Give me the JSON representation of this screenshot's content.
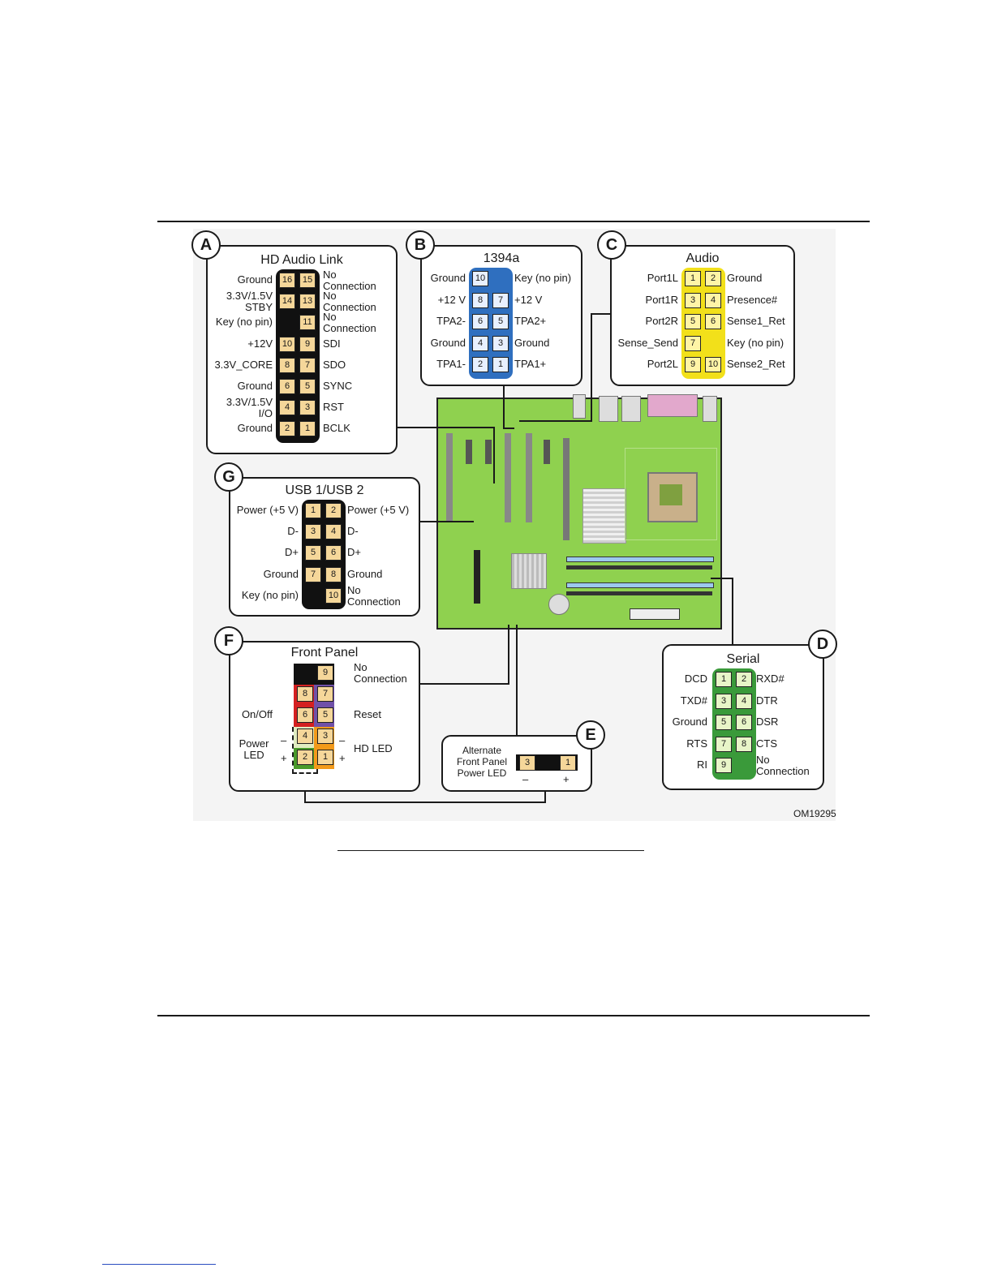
{
  "figure_code": "OM19295",
  "panels": {
    "A": {
      "letter": "A",
      "title": "HD Audio Link",
      "rows": [
        {
          "pins": [
            "16",
            "15"
          ],
          "left": "Ground",
          "right": "No\nConnection"
        },
        {
          "pins": [
            "14",
            "13"
          ],
          "left": "3.3V/1.5V\nSTBY",
          "right": "No\nConnection"
        },
        {
          "pins": [
            "",
            "11"
          ],
          "left": "Key (no pin)",
          "right": "No\nConnection"
        },
        {
          "pins": [
            "10",
            "9"
          ],
          "left": "+12V",
          "right": "SDI"
        },
        {
          "pins": [
            "8",
            "7"
          ],
          "left": "3.3V_CORE",
          "right": "SDO"
        },
        {
          "pins": [
            "6",
            "5"
          ],
          "left": "Ground",
          "right": "SYNC"
        },
        {
          "pins": [
            "4",
            "3"
          ],
          "left": "3.3V/1.5V\nI/O",
          "right": "RST"
        },
        {
          "pins": [
            "2",
            "1"
          ],
          "left": "Ground",
          "right": "BCLK"
        }
      ]
    },
    "B": {
      "letter": "B",
      "title": "1394a",
      "rows": [
        {
          "pins": [
            "10",
            ""
          ],
          "left": "Ground",
          "right": "Key (no pin)"
        },
        {
          "pins": [
            "8",
            "7"
          ],
          "left": "+12 V",
          "right": "+12 V"
        },
        {
          "pins": [
            "6",
            "5"
          ],
          "left": "TPA2-",
          "right": "TPA2+"
        },
        {
          "pins": [
            "4",
            "3"
          ],
          "left": "Ground",
          "right": "Ground"
        },
        {
          "pins": [
            "2",
            "1"
          ],
          "left": "TPA1-",
          "right": "TPA1+"
        }
      ]
    },
    "C": {
      "letter": "C",
      "title": "Audio",
      "rows": [
        {
          "pins": [
            "1",
            "2"
          ],
          "left": "Port1L",
          "right": "Ground"
        },
        {
          "pins": [
            "3",
            "4"
          ],
          "left": "Port1R",
          "right": "Presence#"
        },
        {
          "pins": [
            "5",
            "6"
          ],
          "left": "Port2R",
          "right": "Sense1_Ret"
        },
        {
          "pins": [
            "7",
            ""
          ],
          "left": "Sense_Send",
          "right": "Key (no pin)"
        },
        {
          "pins": [
            "9",
            "10"
          ],
          "left": "Port2L",
          "right": "Sense2_Ret"
        }
      ]
    },
    "G": {
      "letter": "G",
      "title": "USB 1/USB 2",
      "rows": [
        {
          "pins": [
            "1",
            "2"
          ],
          "left": "Power (+5 V)",
          "right": "Power (+5 V)"
        },
        {
          "pins": [
            "3",
            "4"
          ],
          "left": "D-",
          "right": "D-"
        },
        {
          "pins": [
            "5",
            "6"
          ],
          "left": "D+",
          "right": "D+"
        },
        {
          "pins": [
            "7",
            "8"
          ],
          "left": "Ground",
          "right": "Ground"
        },
        {
          "pins": [
            "",
            "10"
          ],
          "left": "Key (no pin)",
          "right": "No\nConnection"
        }
      ]
    },
    "D": {
      "letter": "D",
      "title": "Serial",
      "rows": [
        {
          "pins": [
            "1",
            "2"
          ],
          "left": "DCD",
          "right": "RXD#"
        },
        {
          "pins": [
            "3",
            "4"
          ],
          "left": "TXD#",
          "right": "DTR"
        },
        {
          "pins": [
            "5",
            "6"
          ],
          "left": "Ground",
          "right": "DSR"
        },
        {
          "pins": [
            "7",
            "8"
          ],
          "left": "RTS",
          "right": "CTS"
        },
        {
          "pins": [
            "9",
            ""
          ],
          "left": "RI",
          "right": "No\nConnection"
        }
      ]
    },
    "F": {
      "letter": "F",
      "title": "Front Panel",
      "rows": [
        {
          "pins": [
            "",
            "9"
          ],
          "left": "",
          "right": "No\nConnection"
        },
        {
          "pins": [
            "8",
            "7"
          ],
          "left": "",
          "right": ""
        },
        {
          "pins": [
            "6",
            "5"
          ],
          "left": "On/Off",
          "right": "Reset"
        },
        {
          "pins": [
            "4",
            "3"
          ],
          "left": "",
          "right": ""
        },
        {
          "pins": [
            "2",
            "1"
          ],
          "left": "",
          "right": ""
        }
      ],
      "power_led": "Power\nLED",
      "hd_led": "HD LED",
      "minus": "–",
      "plus": "+"
    },
    "E": {
      "letter": "E",
      "label": "Alternate\nFront Panel\nPower LED",
      "pins": [
        "3",
        "1"
      ],
      "minus": "–",
      "plus": "+"
    }
  },
  "colors": {
    "board": "#8fd14f",
    "hdr_A": "#111111",
    "hdr_B": "#2f6fbf",
    "hdr_C": "#f2e01a",
    "hdr_G": "#111111",
    "hdr_D": "#3a9a3a",
    "hdr_red": "#d42020",
    "hdr_purple": "#7050a8",
    "hdr_orange": "#f29a1a",
    "hdr_green": "#4a9a2a"
  }
}
